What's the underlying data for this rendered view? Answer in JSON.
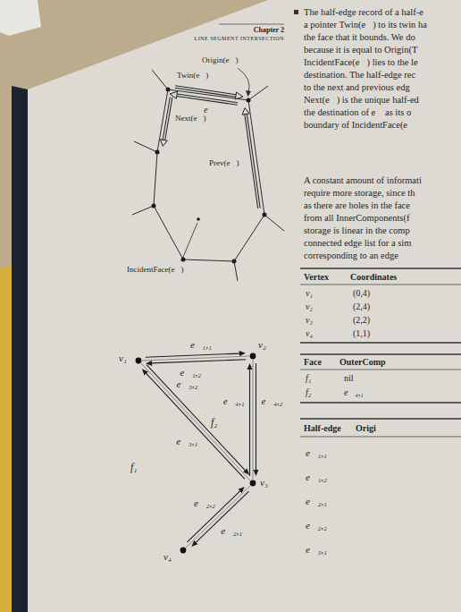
{
  "diagram": {
    "nodes": [
      {
        "text": [
          "v₁"
        ]
      },
      {
        "text": [
          "v₂"
        ]
      },
      {
        "text": [
          "v₃"
        ]
      },
      {
        "text": [
          "v₄"
        ]
      }
    ],
    "edges": [
      {
        "from": 0,
        "to": 1,
        "arrow": "to",
        "label": "e⃗₁,₁"
      },
      {
        "from": 1,
        "to": 0,
        "arrow": "to",
        "label": "e⃗₁,₂"
      },
      {
        "from": 2,
        "to": 3,
        "arrow": "to",
        "label": "e⃗₂,₁"
      },
      {
        "from": 3,
        "to": 2,
        "arrow": "to",
        "label": "e⃗₂,₂"
      },
      {
        "from": 2,
        "to": 0,
        "arrow": "to",
        "label": "e⃗₃,₁"
      },
      {
        "from": 0,
        "to": 2,
        "arrow": "to",
        "label": "e⃗₃,₂"
      },
      {
        "from": 2,
        "to": 1,
        "arrow": "to",
        "label": "e⃗₄,₁"
      },
      {
        "from": 1,
        "to": 2,
        "arrow": "to",
        "label": "e⃗₄,₂"
      }
    ],
    "labels": [
      "Chapter 2",
      "LINE SEGMENT INTERSECTION",
      "Origin(e⃗)",
      "Twin(e⃗)",
      "e⃗",
      "Next(e⃗)",
      "Prev(e⃗)",
      "IncidentFace(e⃗)",
      "f₂",
      "f₁",
      "The half-edge record of a half-e",
      "a pointer Twin(e⃗) to its twin ha",
      "the face that it bounds. We do",
      "because it is equal to Origin(T",
      "IncidentFace(e⃗) lies to the le",
      "destination. The half-edge rec",
      "to the next and previous edg",
      "Next(e⃗) is the unique half-ed",
      "the destination of e⃗ as its o",
      "boundary of IncidentFace(e⃗",
      "A constant amount of informati",
      "require more storage, since th",
      "as there are holes in the face",
      "from all InnerComponents(f",
      "storage is linear in the comp",
      "connected edge list for a sim",
      "corresponding to an edge",
      "Vertex",
      "Coordinates",
      "v₁",
      "(0,4)",
      "v₂",
      "(2,4)",
      "v₃",
      "(2,2)",
      "v₄",
      "(1,1)",
      "Face",
      "OuterComp",
      "f₁",
      "nil",
      "f₂",
      "e⃗₄,₁",
      "Half-edge",
      "Origi",
      "e⃗₁,₁",
      "e⃗₁,₂",
      "e⃗₂,₁",
      "e⃗₂,₂",
      "e⃗₃,₁"
    ]
  }
}
